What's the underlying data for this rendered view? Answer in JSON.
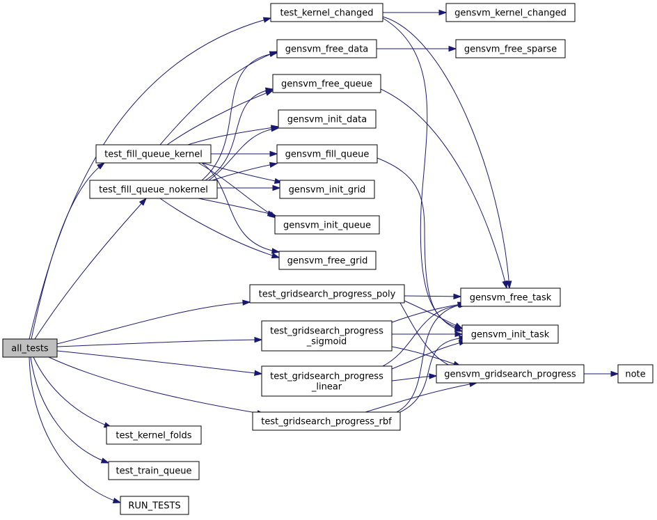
{
  "colors": {
    "edge": "#191970",
    "root_fill": "#bfbfbf",
    "node_fill": "#ffffff",
    "node_stroke": "#000000"
  },
  "nodes": {
    "all_tests": {
      "lines": [
        "all_tests"
      ]
    },
    "test_kernel_changed": {
      "lines": [
        "test_kernel_changed"
      ]
    },
    "gensvm_kernel_changed": {
      "lines": [
        "gensvm_kernel_changed"
      ]
    },
    "gensvm_free_data": {
      "lines": [
        "gensvm_free_data"
      ]
    },
    "gensvm_free_sparse": {
      "lines": [
        "gensvm_free_sparse"
      ]
    },
    "gensvm_free_queue": {
      "lines": [
        "gensvm_free_queue"
      ]
    },
    "gensvm_init_data": {
      "lines": [
        "gensvm_init_data"
      ]
    },
    "test_fill_queue_kernel": {
      "lines": [
        "test_fill_queue_kernel"
      ]
    },
    "gensvm_fill_queue": {
      "lines": [
        "gensvm_fill_queue"
      ]
    },
    "test_fill_queue_nokernel": {
      "lines": [
        "test_fill_queue_nokernel"
      ]
    },
    "gensvm_init_grid": {
      "lines": [
        "gensvm_init_grid"
      ]
    },
    "gensvm_init_queue": {
      "lines": [
        "gensvm_init_queue"
      ]
    },
    "gensvm_free_grid": {
      "lines": [
        "gensvm_free_grid"
      ]
    },
    "test_gridsearch_progress_poly": {
      "lines": [
        "test_gridsearch_progress_poly"
      ]
    },
    "gensvm_free_task": {
      "lines": [
        "gensvm_free_task"
      ]
    },
    "test_gridsearch_progress_sigmoid": {
      "lines": [
        "test_gridsearch_progress",
        "_sigmoid"
      ]
    },
    "gensvm_init_task": {
      "lines": [
        "gensvm_init_task"
      ]
    },
    "test_gridsearch_progress_linear": {
      "lines": [
        "test_gridsearch_progress",
        "_linear"
      ]
    },
    "gensvm_gridsearch_progress": {
      "lines": [
        "gensvm_gridsearch_progress"
      ]
    },
    "note": {
      "lines": [
        "note"
      ]
    },
    "test_gridsearch_progress_rbf": {
      "lines": [
        "test_gridsearch_progress_rbf"
      ]
    },
    "test_kernel_folds": {
      "lines": [
        "test_kernel_folds"
      ]
    },
    "test_train_queue": {
      "lines": [
        "test_train_queue"
      ]
    },
    "RUN_TESTS": {
      "lines": [
        "RUN_TESTS"
      ]
    }
  },
  "edges": [
    {
      "from": "all_tests",
      "to": "test_kernel_changed"
    },
    {
      "from": "all_tests",
      "to": "test_fill_queue_kernel"
    },
    {
      "from": "all_tests",
      "to": "test_fill_queue_nokernel"
    },
    {
      "from": "all_tests",
      "to": "test_gridsearch_progress_poly"
    },
    {
      "from": "all_tests",
      "to": "test_gridsearch_progress_sigmoid"
    },
    {
      "from": "all_tests",
      "to": "test_gridsearch_progress_linear"
    },
    {
      "from": "all_tests",
      "to": "test_gridsearch_progress_rbf"
    },
    {
      "from": "all_tests",
      "to": "test_kernel_folds"
    },
    {
      "from": "all_tests",
      "to": "test_train_queue"
    },
    {
      "from": "all_tests",
      "to": "RUN_TESTS"
    },
    {
      "from": "test_kernel_changed",
      "to": "gensvm_kernel_changed"
    },
    {
      "from": "test_kernel_changed",
      "to": "gensvm_free_task"
    },
    {
      "from": "test_kernel_changed",
      "to": "gensvm_init_task"
    },
    {
      "from": "gensvm_free_data",
      "to": "gensvm_free_sparse"
    },
    {
      "from": "gensvm_free_queue",
      "to": "gensvm_free_task"
    },
    {
      "from": "gensvm_fill_queue",
      "to": "gensvm_init_task"
    },
    {
      "from": "test_fill_queue_kernel",
      "to": "gensvm_free_data"
    },
    {
      "from": "test_fill_queue_kernel",
      "to": "gensvm_free_queue"
    },
    {
      "from": "test_fill_queue_kernel",
      "to": "gensvm_init_data"
    },
    {
      "from": "test_fill_queue_kernel",
      "to": "gensvm_fill_queue"
    },
    {
      "from": "test_fill_queue_kernel",
      "to": "gensvm_init_grid"
    },
    {
      "from": "test_fill_queue_kernel",
      "to": "gensvm_init_queue"
    },
    {
      "from": "test_fill_queue_kernel",
      "to": "gensvm_free_grid"
    },
    {
      "from": "test_fill_queue_nokernel",
      "to": "gensvm_free_data"
    },
    {
      "from": "test_fill_queue_nokernel",
      "to": "gensvm_free_queue"
    },
    {
      "from": "test_fill_queue_nokernel",
      "to": "gensvm_init_data"
    },
    {
      "from": "test_fill_queue_nokernel",
      "to": "gensvm_fill_queue"
    },
    {
      "from": "test_fill_queue_nokernel",
      "to": "gensvm_init_grid"
    },
    {
      "from": "test_fill_queue_nokernel",
      "to": "gensvm_init_queue"
    },
    {
      "from": "test_fill_queue_nokernel",
      "to": "gensvm_free_grid"
    },
    {
      "from": "test_gridsearch_progress_poly",
      "to": "gensvm_free_task"
    },
    {
      "from": "test_gridsearch_progress_poly",
      "to": "gensvm_init_task"
    },
    {
      "from": "test_gridsearch_progress_poly",
      "to": "gensvm_gridsearch_progress"
    },
    {
      "from": "test_gridsearch_progress_sigmoid",
      "to": "gensvm_free_task"
    },
    {
      "from": "test_gridsearch_progress_sigmoid",
      "to": "gensvm_init_task"
    },
    {
      "from": "test_gridsearch_progress_sigmoid",
      "to": "gensvm_gridsearch_progress"
    },
    {
      "from": "test_gridsearch_progress_linear",
      "to": "gensvm_free_task"
    },
    {
      "from": "test_gridsearch_progress_linear",
      "to": "gensvm_init_task"
    },
    {
      "from": "test_gridsearch_progress_linear",
      "to": "gensvm_gridsearch_progress"
    },
    {
      "from": "test_gridsearch_progress_rbf",
      "to": "gensvm_free_task"
    },
    {
      "from": "test_gridsearch_progress_rbf",
      "to": "gensvm_init_task"
    },
    {
      "from": "test_gridsearch_progress_rbf",
      "to": "gensvm_gridsearch_progress"
    },
    {
      "from": "gensvm_gridsearch_progress",
      "to": "note"
    }
  ]
}
